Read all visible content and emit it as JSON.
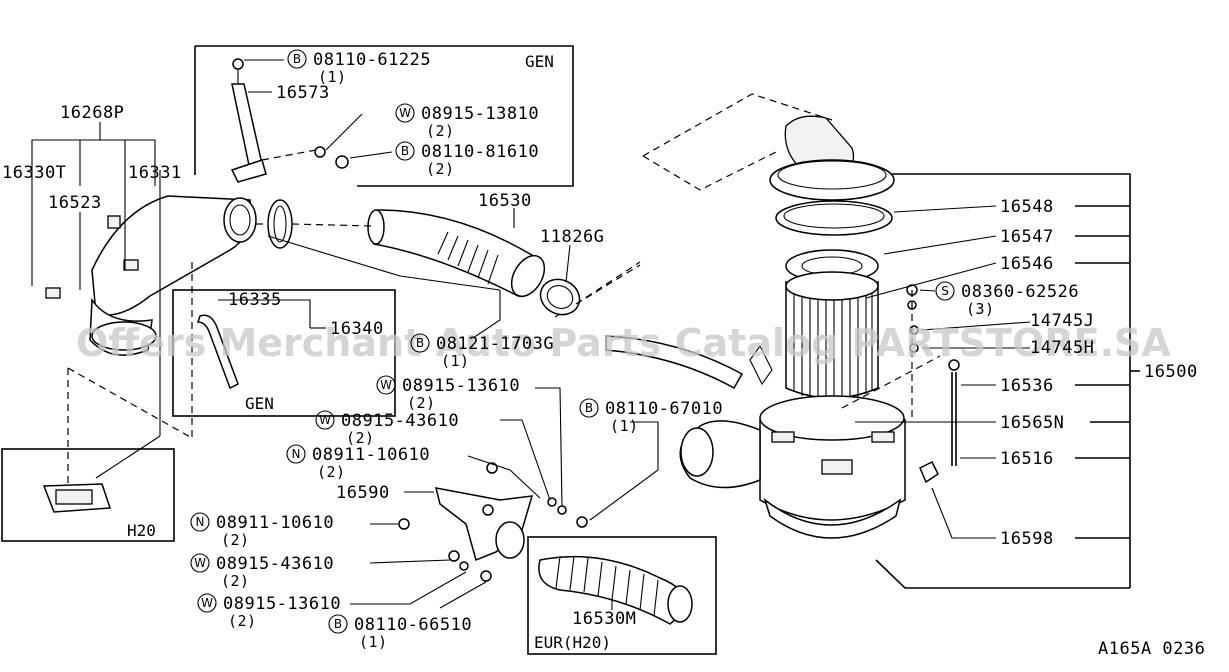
{
  "diagram_code": "A165A 0236",
  "watermark": "Offers Merchant Auto Parts Catalog PARTSTORE.SA",
  "region_labels": {
    "gen_top": "GEN",
    "gen_inset": "GEN",
    "h20": "H20",
    "eur_h20": "EUR(H20)"
  },
  "part_numbers": {
    "p16268P": "16268P",
    "p16330T": "16330T",
    "p16331": "16331",
    "p16523": "16523",
    "p16573": "16573",
    "p16530": "16530",
    "p11826G": "11826G",
    "p16335": "16335",
    "p16340": "16340",
    "p16590": "16590",
    "p16530M": "16530M",
    "p16548": "16548",
    "p16547": "16547",
    "p16546": "16546",
    "p14745J": "14745J",
    "p14745H": "14745H",
    "p16536": "16536",
    "p16565N": "16565N",
    "p16516": "16516",
    "p16598": "16598",
    "p16500": "16500"
  },
  "fasteners": {
    "f1": {
      "prefix": "B",
      "number": "08110-61225",
      "qty": "(1)"
    },
    "f2": {
      "prefix": "W",
      "number": "08915-13810",
      "qty": "(2)"
    },
    "f3": {
      "prefix": "B",
      "number": "08110-81610",
      "qty": "(2)"
    },
    "f4": {
      "prefix": "B",
      "number": "08121-1703G",
      "qty": "(1)"
    },
    "f5": {
      "prefix": "W",
      "number": "08915-13610",
      "qty": "(2)"
    },
    "f6": {
      "prefix": "W",
      "number": "08915-43610",
      "qty": "(2)"
    },
    "f7": {
      "prefix": "N",
      "number": "08911-10610",
      "qty": "(2)"
    },
    "f8": {
      "prefix": "B",
      "number": "08110-67010",
      "qty": "(1)"
    },
    "f9": {
      "prefix": "N",
      "number": "08911-10610",
      "qty": "(2)"
    },
    "f10": {
      "prefix": "W",
      "number": "08915-43610",
      "qty": "(2)"
    },
    "f11": {
      "prefix": "W",
      "number": "08915-13610",
      "qty": "(2)"
    },
    "f12": {
      "prefix": "B",
      "number": "08110-66510",
      "qty": "(1)"
    },
    "f13": {
      "prefix": "S",
      "number": "08360-62526",
      "qty": "(3)"
    }
  }
}
